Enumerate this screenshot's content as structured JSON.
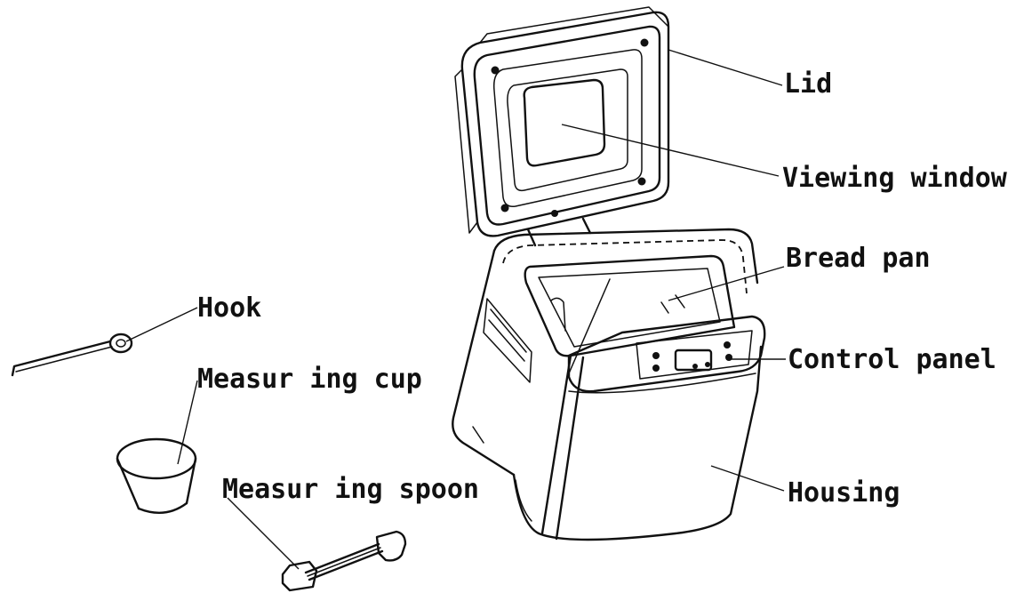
{
  "labels": {
    "lid": "Lid",
    "viewing_window": "Viewing window",
    "bread_pan": "Bread pan",
    "control_panel": "Control panel",
    "housing": "Housing",
    "hook": "Hook",
    "measuring_cup": "Measur ing cup",
    "measuring_spoon": "Measur ing spoon"
  },
  "colors": {
    "ink": "#111111",
    "background": "#ffffff"
  }
}
